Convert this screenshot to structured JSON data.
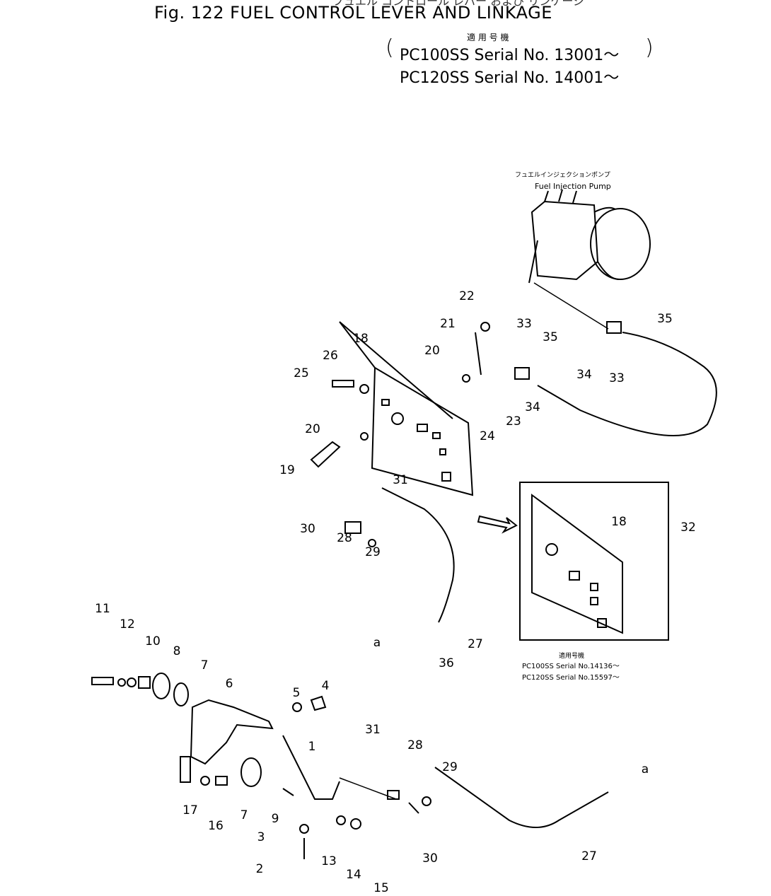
{
  "header": {
    "japanese_title": "フュエル コントロール レバー および リンケージ",
    "title": "Fig. 122  FUEL CONTROL LEVER AND LINKAGE",
    "applicable_label": "適 用 号 機",
    "serial_lines": [
      "PC100SS Serial No. 13001～",
      "PC120SS Serial No. 14001～"
    ]
  },
  "pump": {
    "japanese": "フュエルインジェクションポンプ",
    "label": "Fuel Injection Pump"
  },
  "inset": {
    "applicable_label": "適用号機",
    "serial_lines": [
      "PC100SS Serial No.14136～",
      "PC120SS Serial No.15597～"
    ]
  },
  "part_labels": [
    "22",
    "21",
    "33",
    "35",
    "35",
    "20",
    "18",
    "26",
    "25",
    "34",
    "33",
    "34",
    "23",
    "24",
    "20",
    "19",
    "31",
    "32",
    "18",
    "30",
    "28",
    "29",
    "a",
    "27",
    "36",
    "11",
    "12",
    "10",
    "8",
    "7",
    "6",
    "5",
    "4",
    "31",
    "28",
    "29",
    "a",
    "1",
    "17",
    "16",
    "7",
    "9",
    "3",
    "2",
    "13",
    "14",
    "15",
    "30",
    "27"
  ]
}
